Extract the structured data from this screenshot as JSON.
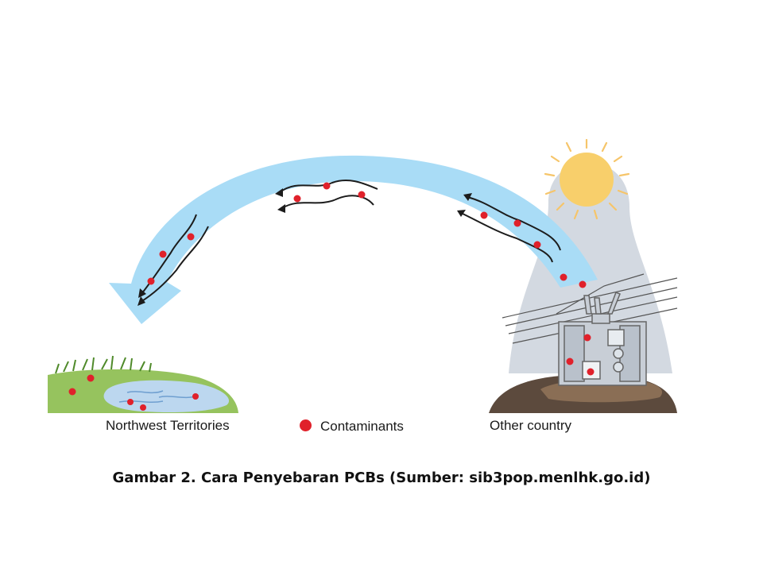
{
  "labels": {
    "left_region": "Northwest Territories",
    "legend": "Contaminants",
    "right_region": "Other country"
  },
  "caption": "Gambar 2. Cara Penyebaran PCBs (Sumber: sib3pop.menlhk.go.id)",
  "colors": {
    "air_flow": "#a9dcf6",
    "contaminant": "#e0212b",
    "sun": "#f8cf6b",
    "grass": "#96c35e",
    "water": "#bcd7ef",
    "soil": "#8a6e55",
    "emission_haze": "#d3d9e1"
  }
}
